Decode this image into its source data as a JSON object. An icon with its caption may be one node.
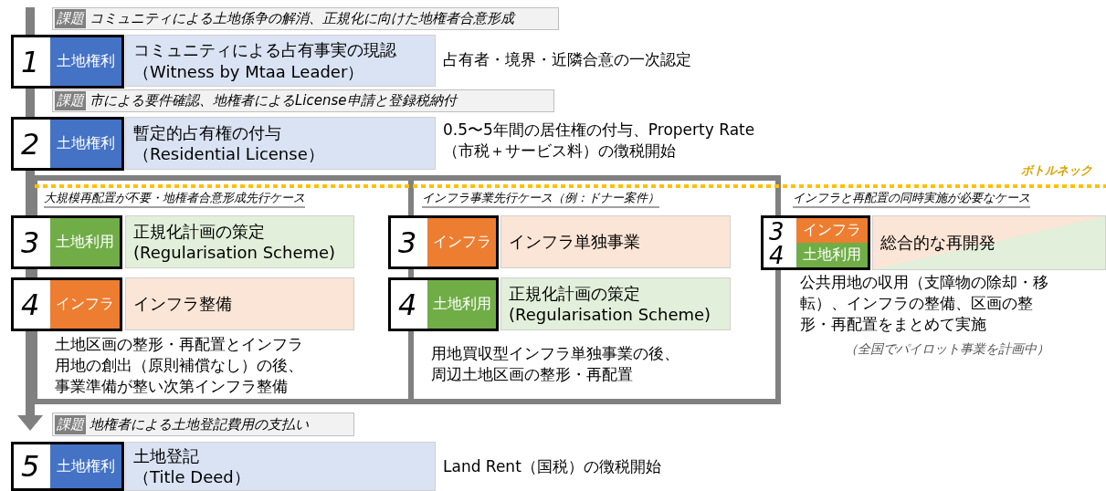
{
  "diagram": {
    "nodes": [
      {
        "text": [
          "課題",
          "コミュニティによる土地係争の解消、正規化に向けた地権者合意形成"
        ]
      },
      {
        "text": [
          "1"
        ]
      },
      {
        "text": [
          "土地権利"
        ],
        "in": 1
      },
      {
        "text": [
          "コミュニティによる占有事実の現認",
          "（Witness by Mtaa Leader）"
        ],
        "beside": [
          "占有者・境界・近隣合意の一次認定"
        ]
      },
      {
        "text": [
          "課題",
          "市による要件確認、地権者によるLicense申請と登録税納付"
        ]
      },
      {
        "text": [
          "2"
        ]
      },
      {
        "text": [
          "土地権利"
        ],
        "in": 5
      },
      {
        "text": [
          "暫定的占有権の付与",
          "（Residential License）"
        ],
        "beside": [
          "0.5〜5年間の居住権の付与、Property Rate（市税＋サービス料）の徴税開始"
        ]
      },
      {
        "text": [
          "3"
        ]
      },
      {
        "text": [
          "土地利用"
        ],
        "in": 8
      },
      {
        "text": [
          "正規化計画の策定",
          "(Regularisation Scheme)"
        ]
      },
      {
        "text": [
          "4"
        ]
      },
      {
        "text": [
          "インフラ"
        ],
        "in": 11
      },
      {
        "text": [
          "インフラ整備"
        ],
        "beside": [
          "土地区画の整形・再配置とインフラ用地の創出（原則補償なし）の後、事業準備が整い次第インフラ整備"
        ]
      },
      {
        "text": [
          "3"
        ]
      },
      {
        "text": [
          "インフラ"
        ],
        "in": 14
      },
      {
        "text": [
          "インフラ単独事業"
        ]
      },
      {
        "text": [
          "4"
        ]
      },
      {
        "text": [
          "土地利用"
        ],
        "in": 17
      },
      {
        "text": [
          "正規化計画の策定",
          "(Regularisation Scheme)"
        ],
        "beside": [
          "用地買収型インフラ単独事業の後、周辺土地区画の整形・再配置"
        ]
      },
      {
        "text": [
          "3",
          "4"
        ]
      },
      {
        "text": [
          "インフラ"
        ],
        "in": 20
      },
      {
        "text": [
          "土地利用"
        ],
        "in": 20
      },
      {
        "text": [
          "総合的な再開発"
        ],
        "beside": [
          "公共用地の収用（支障物の除却・移転）、インフラの整備、区画の整形・再配置をまとめて実施",
          "（全国でパイロット事業を計画中）"
        ]
      },
      {
        "text": [
          "課題",
          "地権者による土地登記費用の支払い"
        ]
      },
      {
        "text": [
          "5"
        ]
      },
      {
        "text": [
          "土地権利"
        ],
        "in": 25
      },
      {
        "text": [
          "土地登記",
          "（Title Deed）"
        ],
        "beside": [
          "Land Rent（国税）の徴税開始"
        ]
      }
    ],
    "labels": [
      "ボトルネック",
      "大規模再配置が不要・地権者合意形成先行ケース",
      "インフラ事業先行ケース（例：ドナー案件）",
      "インフラと再配置の同時実施が必要なケース"
    ]
  }
}
